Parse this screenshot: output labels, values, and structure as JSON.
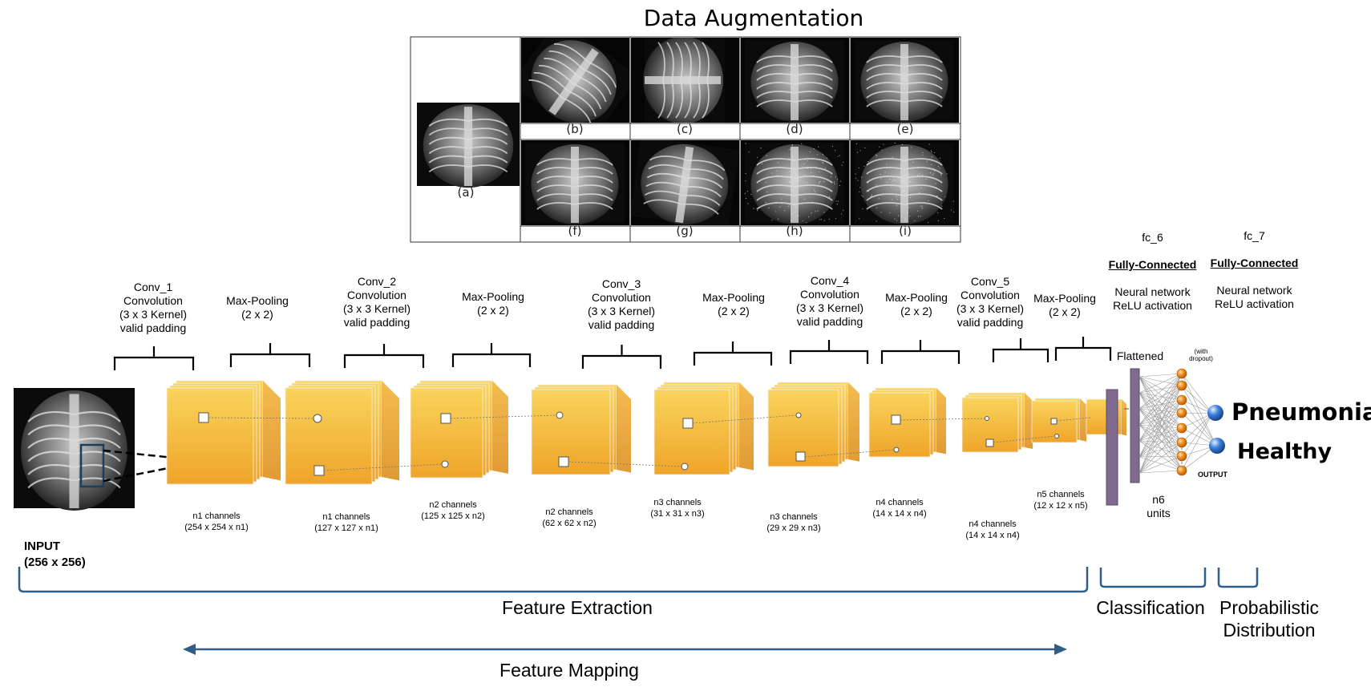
{
  "augmentation": {
    "title": "Data Augmentation",
    "captions": [
      "(a)",
      "(b)",
      "(c)",
      "(d)",
      "(e)",
      "(f)",
      "(g)",
      "(h)",
      "(i)"
    ]
  },
  "input": {
    "title": "INPUT",
    "size": "(256 x 256)"
  },
  "layers": [
    {
      "title": "Conv_1\nConvolution\n(3 x 3 Kernel)\nvalid padding",
      "channels": "n1 channels",
      "dims": "(254 x 254 x n1)"
    },
    {
      "title": "Max-Pooling\n(2 x 2)",
      "channels": "n1 channels",
      "dims": "(127 x 127 x n1)"
    },
    {
      "title": "Conv_2\nConvolution\n(3 x 3 Kernel)\nvalid padding",
      "channels": "n2 channels",
      "dims": "(125 x 125 x n2)"
    },
    {
      "title": "Max-Pooling\n(2 x 2)",
      "channels": "n2 channels",
      "dims": "(62 x 62 x n2)"
    },
    {
      "title": "Conv_3\nConvolution\n(3 x 3 Kernel)\nvalid padding",
      "channels": "n3 channels",
      "dims": "(31 x 31 x n3)"
    },
    {
      "title": "Max-Pooling\n(2 x 2)",
      "channels": "n3 channels",
      "dims": "(29 x 29 x n3)"
    },
    {
      "title": "Conv_4\nConvolution\n(3 x 3 Kernel)\nvalid padding",
      "channels": "n4 channels",
      "dims": "(14 x 14 x n4)"
    },
    {
      "title": "Max-Pooling\n(2 x 2)",
      "channels": "n4 channels",
      "dims": "(14 x 14 x n4)"
    },
    {
      "title": "Conv_5\nConvolution\n(3 x 3 Kernel)\nvalid padding",
      "channels": "n5 channels",
      "dims": "(12 x 12 x n5)"
    },
    {
      "title": "Max-Pooling\n(2 x 2)",
      "channels": "",
      "dims": ""
    }
  ],
  "flattened": "Flattened",
  "fc6": {
    "name": "fc_6",
    "type": "Fully-Connected",
    "desc": "Neural network\nReLU activation"
  },
  "fc7": {
    "name": "fc_7",
    "type": "Fully-Connected",
    "desc": "Neural network\nReLU activation"
  },
  "units": {
    "name": "n6",
    "label": "units"
  },
  "dropout": "(with\ndropout)",
  "output_label": "OUTPUT",
  "outputs": [
    "Pneumonia",
    "Healthy"
  ],
  "stages": {
    "feature_extraction": "Feature Extraction",
    "classification": "Classification",
    "probabilistic": "Probabilistic\nDistribution",
    "feature_mapping": "Feature Mapping"
  },
  "colors": {
    "feature_map_light": "#f9d45c",
    "feature_map_dark": "#efa42a",
    "feature_map_stroke": "#e8e8e8",
    "dense_bar": "#7f6a90",
    "bracket_blue": "#2f5f87",
    "neuron": "#f08a1c",
    "output_ball": "#3b7fd9"
  }
}
